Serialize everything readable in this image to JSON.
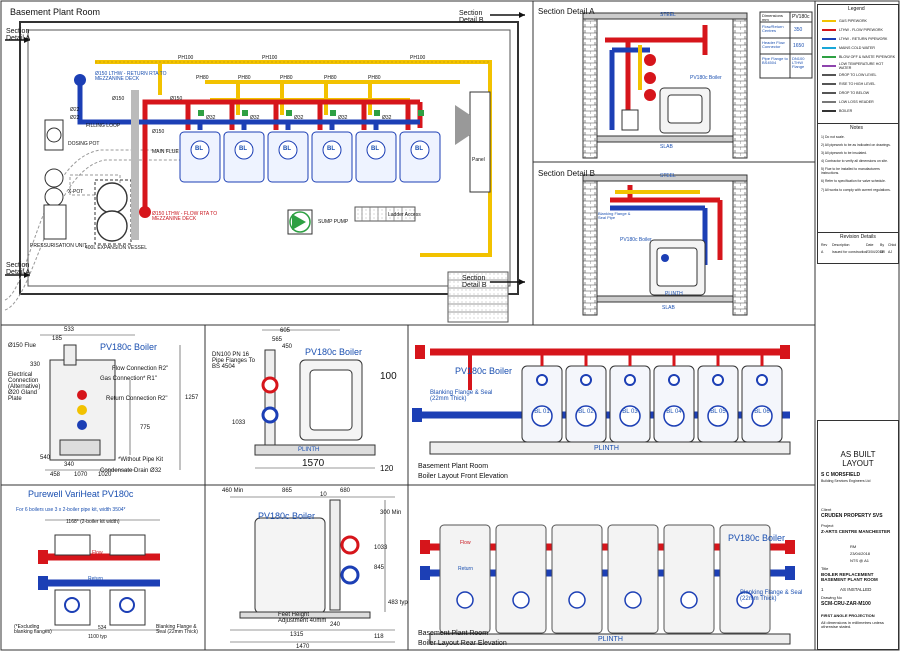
{
  "plan": {
    "title": "Basement Plant Room",
    "section_a_label": "Section\nDetail A",
    "section_b_label": "Section\nDetail B",
    "flow_return_note": "Ø150 LTHW - RETURN RTA TO MEZZANINE DECK",
    "flow_note": "Ø150 LTHW - FLOW RTA TO MEZZANINE DECK",
    "main_flue": "MAIN FLUE",
    "dosing_pot": "DOSING POT",
    "dirt_pot": "X-POT",
    "filling_loop": "FILLING LOOP",
    "pressurisation": "PRESSURISATION UNIT",
    "expansion_vessel": "400L EXPANSION VESSEL",
    "sump_pump": "SUMP PUMP",
    "ladder_access": "Ladder Access",
    "panel": "Panel",
    "boiler_labels": [
      "BL",
      "BL",
      "BL",
      "BL",
      "BL",
      "BL"
    ],
    "ph_labels": [
      "PH100",
      "PH100",
      "PH100",
      "PH80",
      "PH80",
      "PH80",
      "PH80",
      "PH80"
    ],
    "pipe_sizes": [
      "Ø150",
      "Ø150",
      "Ø150",
      "Ø22",
      "Ø22",
      "Ø32",
      "Ø32",
      "Ø32",
      "Ø32",
      "Ø32"
    ]
  },
  "section_a": {
    "title": "Section Detail A",
    "steel": "STEEL",
    "slab": "SLAB",
    "boiler": "PV180c Boiler",
    "dim_table": {
      "headers": [
        "Dimensions mm",
        "PV180c"
      ],
      "rows": [
        [
          "Flow/Return Centres",
          "350"
        ],
        [
          "Header Flow Connector",
          "1650"
        ],
        [
          "Pipe Flange to BS4504",
          "DN100 LTHW Flange"
        ]
      ]
    }
  },
  "section_b": {
    "title": "Section Detail B",
    "steel": "STEEL",
    "slab": "SLAB",
    "plinth": "PLINTH",
    "boiler": "PV180c Boiler",
    "flange_note": "Blanking Flange & Seal Pipe"
  },
  "legend": {
    "title": "Legend",
    "items": [
      "GAS PIPEWORK",
      "LTHW - FLOW PIPEWORK",
      "LTHW - RETURN PIPEWORK",
      "MAINS COLD WATER",
      "BLOW OFF & WASTE PIPEWORK",
      "LOW TEMPERATURE HOT WATER",
      "DROP TO LOW LEVEL",
      "RISE TO HIGH LEVEL",
      "DROP TO BELOW",
      "LOW LOSS HEADER",
      "BOILER"
    ],
    "colors": [
      "#f2c200",
      "#d6151b",
      "#1c3fb5",
      "#18a7d8",
      "#2ea043",
      "#8e44ad",
      "#555555",
      "#555555",
      "#555555",
      "#777777",
      "#333333"
    ]
  },
  "notes": {
    "title": "Notes",
    "items": [
      "1) Do not scale.",
      "2) All pipework to be as indicated on drawings.",
      "3) All pipework to be insulated.",
      "4) Contractor to verify all dimensions on site.",
      "5) Flue to be installed to manufacturers instructions.",
      "6) Refer to specification for valve schedule.",
      "7) All works to comply with current regulations."
    ]
  },
  "revision": {
    "title": "Revision Details",
    "headers": [
      "Rev",
      "Description",
      "Date",
      "By",
      "Chkd"
    ],
    "row": [
      "A",
      "Issued for construction",
      "23/04/2018",
      "SR",
      "AJ"
    ]
  },
  "boiler_side": {
    "title": "PV180c Boiler",
    "flue": "Ø150 Flue",
    "dims": [
      "533",
      "185",
      "330",
      "1257",
      "775",
      "340",
      "1070",
      "458",
      "1020",
      "540"
    ],
    "electrical": "Electrical Connection (Alternative) Ø20 Gland Plate",
    "flow_conn": "Flow Connection R2\"",
    "gas_conn": "Gas Connection* R1\"",
    "return_conn": "Return Connection R2\"",
    "without_pipe_kit": "*Without Pipe Kit",
    "condensate": "Condensate Drain Ø32"
  },
  "boiler_front": {
    "title": "PV180c Boiler",
    "flange_note": "DN100 PN 16 Pipe Flanges To BS 4504",
    "dims": [
      "605",
      "565",
      "450",
      "1033",
      "100",
      "120",
      "1570"
    ],
    "plinth": "PLINTH"
  },
  "front_elev": {
    "boiler_label": "PV180c Boiler",
    "blanking": "Blanking Flange & Seal (22mm Thick)",
    "units": [
      "BL 01",
      "BL 02",
      "BL 03",
      "BL 04",
      "BL 05",
      "BL 06"
    ],
    "plinth": "PLINTH",
    "caption_1": "Basement Plant Room",
    "caption_2": "Boiler Layout Front Elevation"
  },
  "vari_heat": {
    "title": "Purewell VariHeat PV180c",
    "subtitle": "For 6 boilers use 3 x 2-boiler pipe kit, width 3504*",
    "kit_width": "1168* (2-boiler kit width)",
    "flow": "Flow",
    "ret": "Return",
    "excluding": "(*Excluding blanking flanges)",
    "blanking": "Blanking Flange & Seal (22mm Thick)",
    "dims": [
      "534",
      "1100 typ"
    ]
  },
  "clearance": {
    "boiler": "PV180c Boiler",
    "dims": [
      "460 Min",
      "865",
      "10",
      "680",
      "300 Min",
      "1315",
      "1470",
      "118",
      "240",
      "483 typ",
      "845",
      "1033"
    ],
    "feet_note": "Feet Height Adjustment 40mm"
  },
  "rear_elev": {
    "boiler_label": "PV180c Boiler",
    "flow": "Flow",
    "ret": "Return",
    "blanking": "Blanking Flange & Seal (22mm Thick)",
    "plinth": "PLINTH",
    "caption_1": "Basement Plant Room",
    "caption_2": "Boiler Layout Rear Elevation"
  },
  "title_block": {
    "status": "AS BUILT LAYOUT",
    "company": "S C MORSFIELD",
    "company_sub": "Building Services Engineers Ltd",
    "client_label": "Client",
    "client": "CRUDEN PROPERTY SVS",
    "project_label": "Project",
    "project": "Z-ARTS CENTRE MANCHESTER",
    "drawn": "RM",
    "date": "23/04/2018",
    "scale": "NTS @ A1",
    "title_label": "Title",
    "title": "BOILER REPLACEMENT BASEMENT PLANT ROOM",
    "rev": "1",
    "rev_status": "AS INSTALLED",
    "drawing_label": "Drawing No",
    "drawing_no": "SCM-CRU-ZAR-M100",
    "projection": "FIRST ANGLE PROJECTION",
    "dims_note": "All dimensions in millimetres unless otherwise stated."
  }
}
